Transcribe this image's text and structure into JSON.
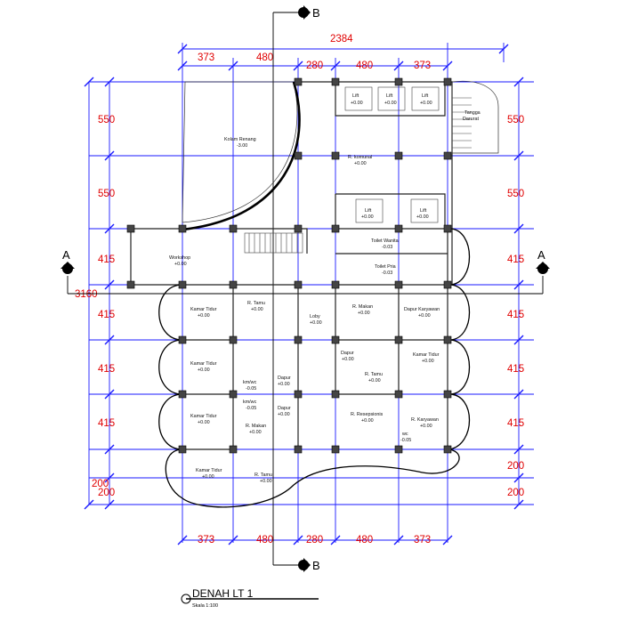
{
  "title": "DENAH LT 1",
  "scale": "Skala 1:100",
  "section_marks": {
    "b": "B",
    "a": "A"
  },
  "dimensions": {
    "total_width": "2384",
    "top": [
      "373",
      "480",
      "280",
      "480",
      "373"
    ],
    "bottom": [
      "373",
      "480",
      "280",
      "480",
      "373"
    ],
    "left": [
      "550",
      "550",
      "415",
      "415",
      "415",
      "415",
      "200",
      "200"
    ],
    "right": [
      "550",
      "550",
      "415",
      "415",
      "415",
      "415",
      "200",
      "200"
    ],
    "total_height": "3160"
  },
  "rooms": {
    "kolam": {
      "name": "Kolam Renang",
      "level": "-3.00"
    },
    "komunal": {
      "name": "R. komunal",
      "level": "+0.00"
    },
    "lift1": {
      "name": "Lift",
      "level": "+0.00"
    },
    "lift2": {
      "name": "Lift",
      "level": "+0.00"
    },
    "lift3": {
      "name": "Lift",
      "level": "+0.00"
    },
    "lift4": {
      "name": "Lift",
      "level": "+0.00"
    },
    "lift5": {
      "name": "Lift",
      "level": "+0.00"
    },
    "tangga": {
      "name": "Tangga",
      "level": "Darurat"
    },
    "workshop": {
      "name": "Workshop",
      "level": "+0.00"
    },
    "toilet_wanita": {
      "name": "Toilet Wanita",
      "level": "-0.03"
    },
    "toilet_pria": {
      "name": "Toilet Pria",
      "level": "-0.03"
    },
    "kamar1": {
      "name": "Kamar Tidur",
      "level": "+0.00"
    },
    "rtamu1": {
      "name": "R. Tamu",
      "level": "+0.00"
    },
    "loby": {
      "name": "Loby",
      "level": "+0.00"
    },
    "rmakan1": {
      "name": "R. Makan",
      "level": "+0.00"
    },
    "dapur_karyawan": {
      "name": "Dapur Karyawan",
      "level": "+0.00"
    },
    "kamar2": {
      "name": "Kamar Tidur",
      "level": "+0.00"
    },
    "dapur1": {
      "name": "Dapur",
      "level": "+0.00"
    },
    "kamar_r": {
      "name": "Kamar Tidur",
      "level": "+0.00"
    },
    "kmwc1": {
      "name": "km/wc",
      "level": "-0.05"
    },
    "dapur2": {
      "name": "Dapur",
      "level": "+0.00"
    },
    "rtamu2": {
      "name": "R. Tamu",
      "level": "+0.00"
    },
    "kmwc2": {
      "name": "km/wc",
      "level": "-0.05"
    },
    "dapur3": {
      "name": "Dapur",
      "level": "+0.00"
    },
    "kamar3": {
      "name": "Kamar Tidur",
      "level": "+0.00"
    },
    "resepsionis": {
      "name": "R. Resepsionis",
      "level": "+0.00"
    },
    "rkaryawan": {
      "name": "R. Karyawan",
      "level": "+0.00"
    },
    "rmakan2": {
      "name": "R. Makan",
      "level": "+0.00"
    },
    "wc": {
      "name": "wc",
      "level": "-0.05"
    },
    "kamar4": {
      "name": "Kamar Tidur",
      "level": "+0.00"
    },
    "rtamu3": {
      "name": "R. Tamu",
      "level": "+0.00"
    }
  },
  "colors": {
    "dimension": "#e00000",
    "gridline": "#1a1aff",
    "wall": "#222222"
  }
}
